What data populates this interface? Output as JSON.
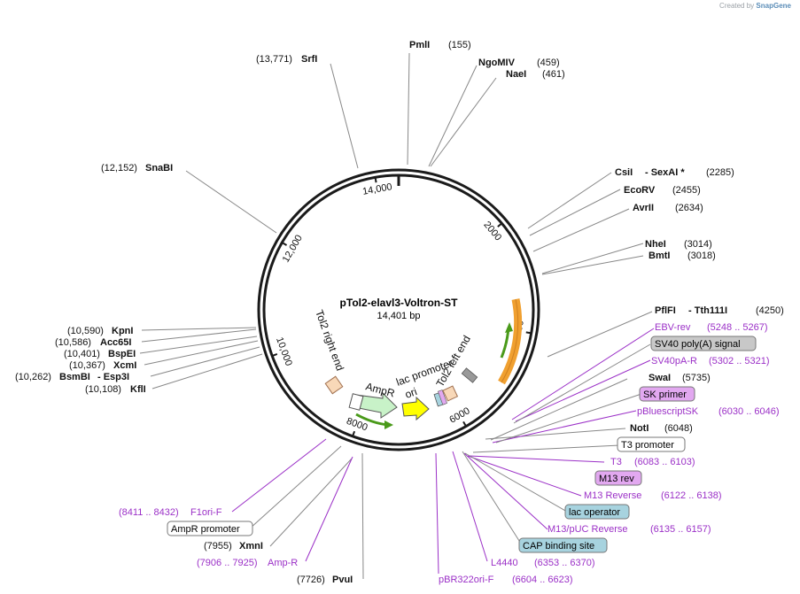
{
  "credit": {
    "created_by": "Created by",
    "brand": "SnapGene"
  },
  "plasmid": {
    "name": "pTol2-elavl3-Voltron-ST",
    "size_label": "14,401 bp",
    "length": 14401
  },
  "ticks": [
    {
      "bp": 2000,
      "label": "2000"
    },
    {
      "bp": 4000,
      "label": "4000"
    },
    {
      "bp": 6000,
      "label": "6000"
    },
    {
      "bp": 8000,
      "label": "8000"
    },
    {
      "bp": 10000,
      "label": "10,000"
    },
    {
      "bp": 12000,
      "label": "12,000"
    },
    {
      "bp": 14000,
      "label": "14,000"
    }
  ],
  "enzymes": [
    {
      "name": "PmlI",
      "pos": "(155)"
    },
    {
      "name": "NgoMIV",
      "pos": "(459)"
    },
    {
      "name": "NaeI",
      "pos": "(461)"
    },
    {
      "name": "CsiI",
      "extra": "- SexAI *",
      "pos": "(2285)"
    },
    {
      "name": "EcoRV",
      "pos": "(2455)"
    },
    {
      "name": "AvrII",
      "pos": "(2634)"
    },
    {
      "name": "NheI",
      "pos": "(3014)"
    },
    {
      "name": "BmtI",
      "pos": "(3018)"
    },
    {
      "name": "PflFI",
      "extra": "- Tth111I",
      "pos": "(4250)"
    },
    {
      "name": "SwaI",
      "pos": "(5735)"
    },
    {
      "name": "NotI",
      "pos": "(6048)"
    },
    {
      "name": "XmnI",
      "pos": "(7955)"
    },
    {
      "name": "PvuI",
      "pos": "(7726)"
    },
    {
      "name": "KflI",
      "pos": "(10,108)"
    },
    {
      "name": "BsmBI",
      "extra": "- Esp3I",
      "pos": "(10,262)"
    },
    {
      "name": "XcmI",
      "pos": "(10,367)"
    },
    {
      "name": "BspEI",
      "pos": "(10,401)"
    },
    {
      "name": "Acc65I",
      "pos": "(10,586)"
    },
    {
      "name": "KpnI",
      "pos": "(10,590)"
    },
    {
      "name": "SnaBI",
      "pos": "(12,152)"
    },
    {
      "name": "SrfI",
      "pos": "(13,771)"
    }
  ],
  "primers": [
    {
      "name": "EBV-rev",
      "range": "(5248 .. 5267)"
    },
    {
      "name": "SV40pA-R",
      "range": "(5302 .. 5321)"
    },
    {
      "name": "pBluescriptSK",
      "range": "(6030 .. 6046)"
    },
    {
      "name": "T3",
      "range": "(6083 .. 6103)"
    },
    {
      "name": "M13 Reverse",
      "range": "(6122 .. 6138)"
    },
    {
      "name": "M13/pUC Reverse",
      "range": "(6135 .. 6157)"
    },
    {
      "name": "L4440",
      "range": "(6353 .. 6370)"
    },
    {
      "name": "pBR322ori-F",
      "range": "(6604 .. 6623)"
    },
    {
      "name": "Amp-R",
      "range": "(7906 .. 7925)"
    },
    {
      "name": "F1ori-F",
      "range": "(8411 .. 8432)"
    }
  ],
  "boxed_features": [
    {
      "name": "SV40 poly(A) signal",
      "fill": "#c8c8c8"
    },
    {
      "name": "SK primer",
      "fill": "#e2a8f0"
    },
    {
      "name": "T3 promoter",
      "fill": "#ffffff"
    },
    {
      "name": "M13 rev",
      "fill": "#e2a8f0"
    },
    {
      "name": "lac operator",
      "fill": "#a7d3df"
    },
    {
      "name": "CAP binding site",
      "fill": "#a7d3df"
    },
    {
      "name": "AmpR promoter",
      "fill": "#ffffff"
    }
  ],
  "inner_features": [
    {
      "name": "Tol2 right end"
    },
    {
      "name": "AmpR"
    },
    {
      "name": "lac promoter"
    },
    {
      "name": "ori"
    },
    {
      "name": "Tol2 left end"
    }
  ],
  "colors": {
    "ring": "#1a1a1a",
    "feature_text": "#9b30c7",
    "ampr": "#c8f2c8",
    "ori": "#ffff00",
    "tol2": "#f8d8b8",
    "orange_arc": "#f0a030",
    "green_arrow": "#4a9a1a"
  }
}
